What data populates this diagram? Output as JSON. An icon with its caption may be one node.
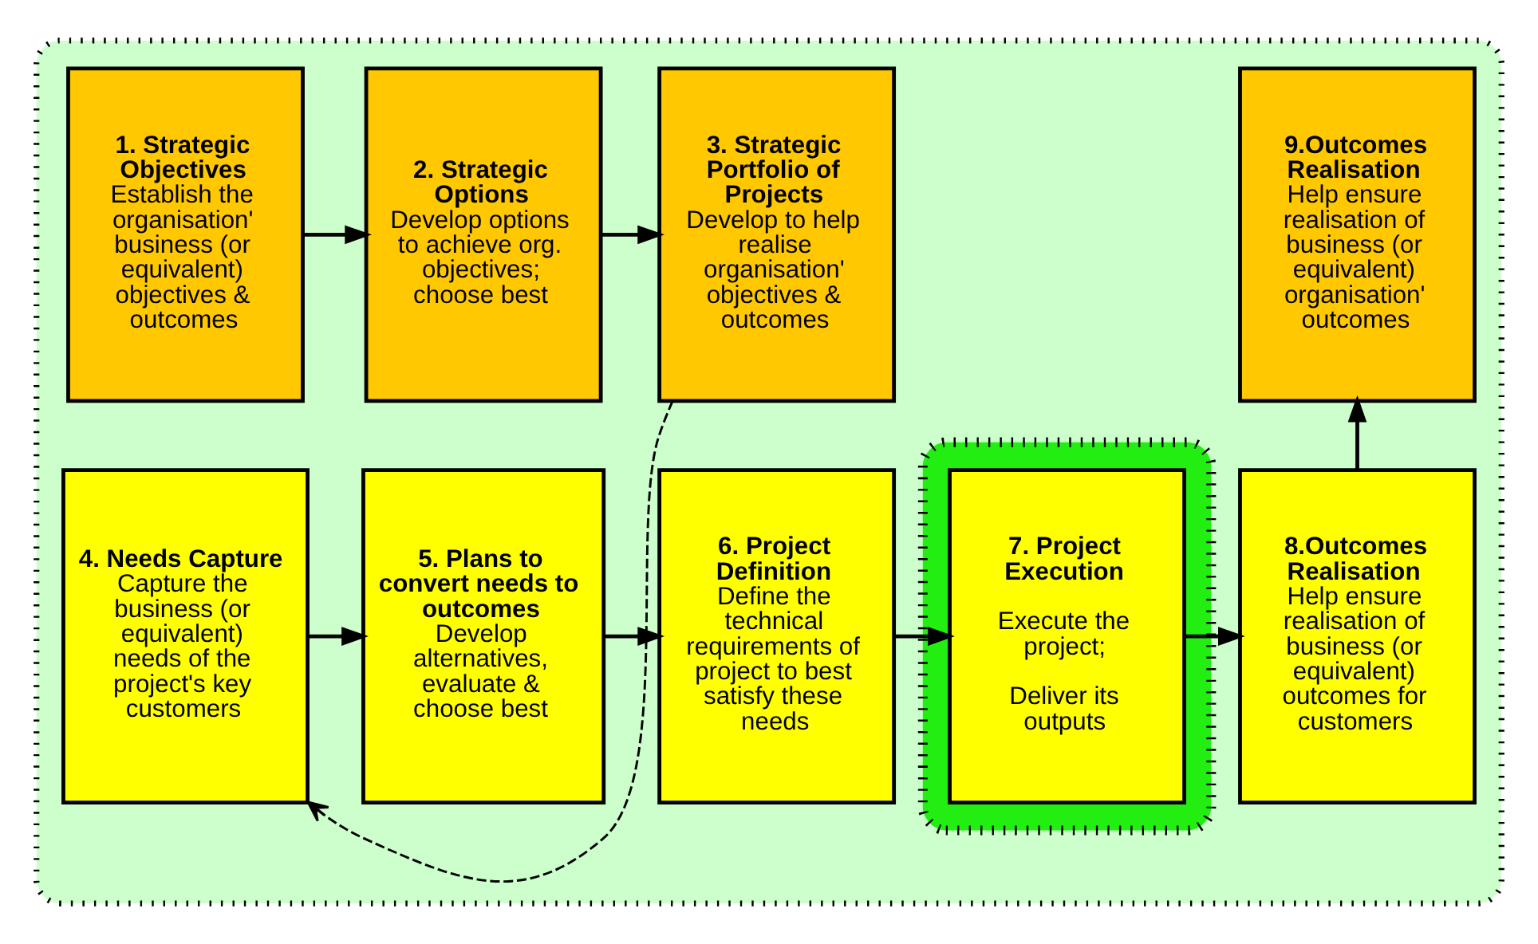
{
  "diagram": {
    "nodes": [
      {
        "text": [],
        "shape": "box"
      },
      {
        "text": [
          "1. Strategic Objectives",
          "Establish the organisation' business (or equivalent) objectives & outcomes"
        ],
        "in": 0
      },
      {
        "text": [
          "2. Strategic Options",
          "Develop options to achieve org. objectives; choose best"
        ],
        "in": 0
      },
      {
        "text": [
          "3. Strategic Portfolio of Projects",
          "Develop to help realise organisation' objectives & outcomes"
        ],
        "in": 0
      },
      {
        "text": [
          "9.Outcomes Realisation",
          "Help ensure realisation of business (or equivalent) organisation' outcomes"
        ],
        "in": 0
      },
      {
        "text": [
          "4. Needs Capture",
          "Capture the business (or equivalent) needs of the project's key customers"
        ],
        "in": 0
      },
      {
        "text": [
          "5. Plans to convert needs to outcomes",
          "Develop alternatives, evaluate & choose best"
        ],
        "in": 0
      },
      {
        "text": [
          "6. Project Definition",
          "Define the technical requirements of project to best satisfy these needs"
        ],
        "in": 0
      },
      {
        "text": [],
        "shape": "box",
        "in": 0
      },
      {
        "text": [
          "7. Project Execution",
          "Execute the project;",
          "Deliver its outputs"
        ],
        "in": 8
      },
      {
        "text": [
          "8.Outcomes Realisation",
          "Help ensure realisation of business (or equivalent) outcomes for customers"
        ],
        "in": 0
      }
    ],
    "edges": [
      {
        "from": 1,
        "to": 2,
        "arrow": "to"
      },
      {
        "from": 2,
        "to": 3,
        "arrow": "to"
      },
      {
        "from": 3,
        "to": 5,
        "arrow": "to",
        "style": "dashed"
      },
      {
        "from": 5,
        "to": 6,
        "arrow": "to"
      },
      {
        "from": 6,
        "to": 7,
        "arrow": "to"
      },
      {
        "from": 7,
        "to": 9,
        "arrow": "to"
      },
      {
        "from": 9,
        "to": 10,
        "arrow": "to"
      },
      {
        "from": 10,
        "to": 4,
        "arrow": "to"
      }
    ]
  }
}
